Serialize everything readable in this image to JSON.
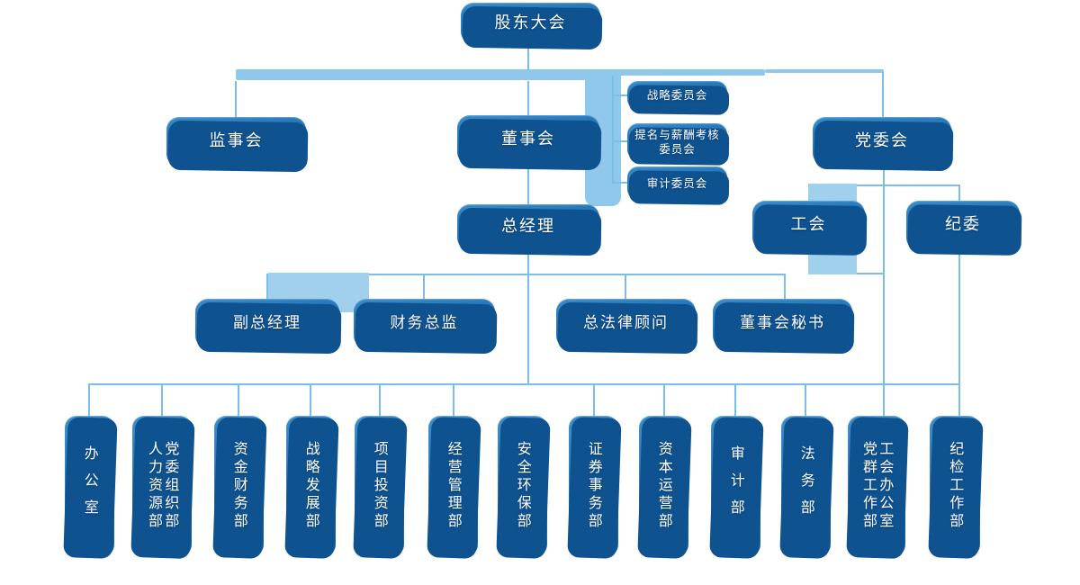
{
  "colors": {
    "node_blue_top": "#3a8bca",
    "node_blue_bottom": "#115b9d",
    "node_shadow_blue": "#0e5290",
    "connector_thin": "#7cbfe5",
    "connector_thick": "#8fc8ea",
    "connector_block": "#a0d0ec",
    "text": "#ffffff"
  },
  "nodes": {
    "shareholders": {
      "label": "股东大会"
    },
    "supervisory": {
      "label": "监事会"
    },
    "board": {
      "label": "董事会"
    },
    "party": {
      "label": "党委会"
    },
    "gm": {
      "label": "总经理"
    },
    "union": {
      "label": "工会"
    },
    "discipline": {
      "label": "纪委"
    },
    "committees": [
      {
        "lines": [
          "战略委员会"
        ]
      },
      {
        "lines": [
          "提名与薪酬考核",
          "委员会"
        ]
      },
      {
        "lines": [
          "审计委员会"
        ]
      }
    ],
    "executives": [
      {
        "label": "副总经理"
      },
      {
        "label": "财务总监"
      },
      {
        "label": "总法律顾问"
      },
      {
        "label": "董事会秘书"
      }
    ],
    "departments": [
      {
        "lines": [
          "办公室"
        ]
      },
      {
        "lines": [
          "党委组织部",
          "人力资源部"
        ]
      },
      {
        "lines": [
          "资金财务部"
        ]
      },
      {
        "lines": [
          "战略发展部"
        ]
      },
      {
        "lines": [
          "项目投资部"
        ]
      },
      {
        "lines": [
          "经营管理部"
        ]
      },
      {
        "lines": [
          "安全环保部"
        ]
      },
      {
        "lines": [
          "证券事务部"
        ]
      },
      {
        "lines": [
          "资本运营部"
        ]
      },
      {
        "lines": [
          "审计部"
        ]
      },
      {
        "lines": [
          "法务部"
        ]
      },
      {
        "lines": [
          "工会办公室",
          "党群工作部"
        ]
      },
      {
        "lines": [
          "纪检工作部"
        ]
      }
    ]
  },
  "hierarchy": {
    "shareholders": [
      "supervisory",
      "board",
      "party"
    ],
    "board": [
      "committees",
      "gm"
    ],
    "party": [
      "union",
      "discipline"
    ],
    "gm": [
      "executives",
      "departments"
    ],
    "discipline_links_to": "纪检工作部",
    "party_links_to": "工会办公室党群工作部"
  }
}
